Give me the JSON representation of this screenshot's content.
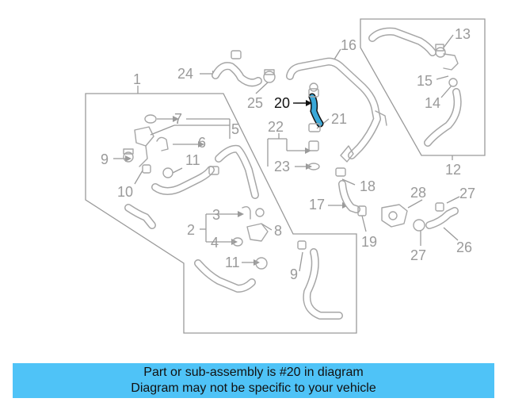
{
  "callouts": {
    "c1": "1",
    "c2": "2",
    "c3": "3",
    "c4": "4",
    "c5": "5",
    "c6": "6",
    "c7": "7",
    "c8": "8",
    "c9a": "9",
    "c9b": "9",
    "c10": "10",
    "c11a": "11",
    "c11b": "11",
    "c12": "12",
    "c13": "13",
    "c14": "14",
    "c15": "15",
    "c16": "16",
    "c17": "17",
    "c18": "18",
    "c19": "19",
    "c20": "20",
    "c21": "21",
    "c22": "22",
    "c23": "23",
    "c24": "24",
    "c25": "25",
    "c26": "26",
    "c27a": "27",
    "c27b": "27",
    "c28": "28"
  },
  "highlight_color": "#3aa8d8",
  "banner": {
    "line1": "Part or sub-assembly is #20 in diagram",
    "line2": "Diagram may not be specific to your vehicle",
    "background": "#4fc3f7"
  }
}
